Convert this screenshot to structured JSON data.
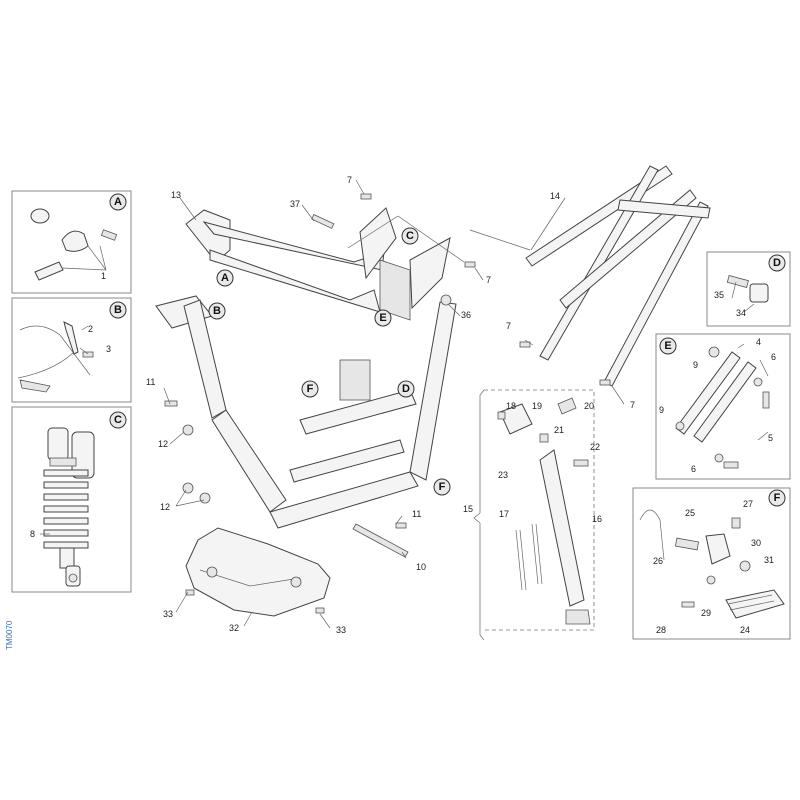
{
  "diagram_code": "TM0070",
  "callouts": {
    "A": "A",
    "B": "B",
    "C": "C",
    "D": "D",
    "E": "E",
    "F": "F"
  },
  "numbers": {
    "n1": "1",
    "n2": "2",
    "n3": "3",
    "n4": "4",
    "n5": "5",
    "n6": "6",
    "n7": "7",
    "n8": "8",
    "n9": "9",
    "n10": "10",
    "n11": "11",
    "n12": "12",
    "n13": "13",
    "n14": "14",
    "n15": "15",
    "n16": "16",
    "n17": "17",
    "n18": "18",
    "n19": "19",
    "n20": "20",
    "n21": "21",
    "n22": "22",
    "n23": "23",
    "n24": "24",
    "n25": "25",
    "n26": "26",
    "n27": "27",
    "n28": "28",
    "n29": "29",
    "n30": "30",
    "n31": "31",
    "n32": "32",
    "n33": "33",
    "n34": "34",
    "n35": "35",
    "n36": "36",
    "n37": "37"
  }
}
